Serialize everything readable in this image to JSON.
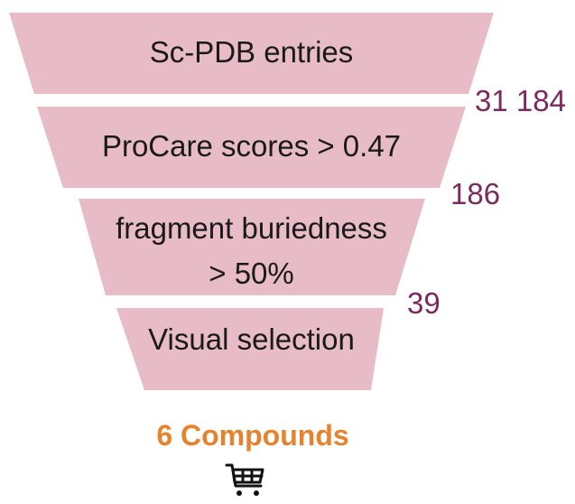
{
  "funnel": {
    "fill_color": "#e8bcc6",
    "count_color": "#7b2a5d",
    "stages": [
      {
        "label": "Sc-PDB entries"
      },
      {
        "label": "ProCare scores > 0.47"
      },
      {
        "label_line1": "fragment buriedness",
        "label_line2": "> 50%"
      },
      {
        "label": "Visual selection"
      }
    ],
    "counts": [
      "31 184",
      "186",
      "39"
    ]
  },
  "result": {
    "label": "6 Compounds",
    "color": "#e5832e",
    "icon": "shopping-cart-icon"
  }
}
